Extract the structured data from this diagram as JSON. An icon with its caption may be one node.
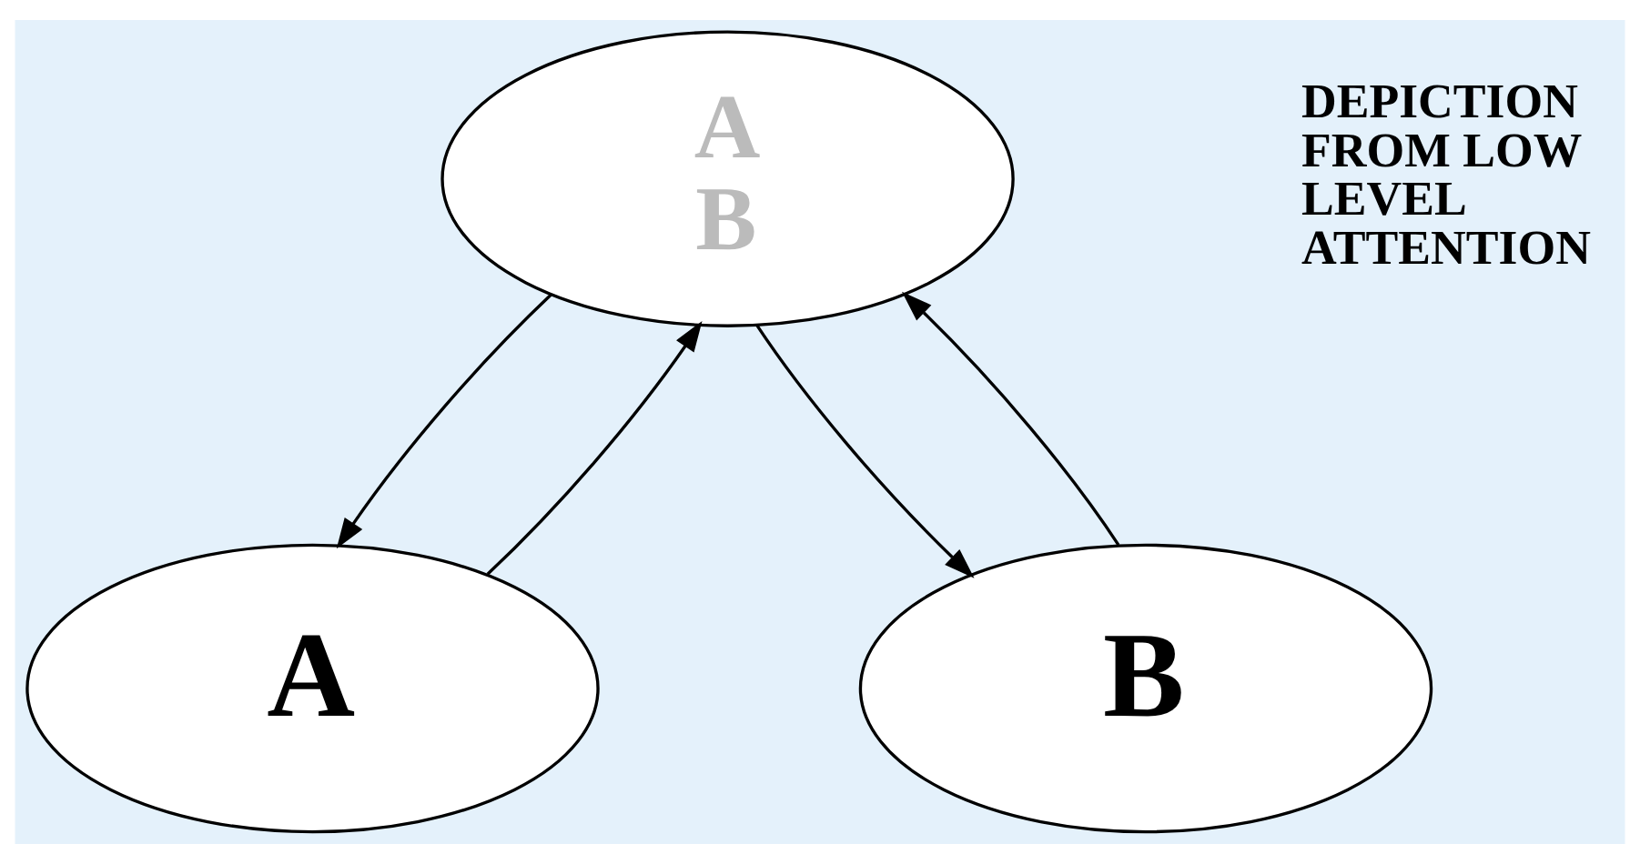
{
  "diagram": {
    "nodes": [
      {
        "text": [
          "A",
          "B"
        ]
      },
      {
        "text": [
          "A"
        ]
      },
      {
        "text": [
          "B"
        ]
      }
    ],
    "edges": [
      {
        "from": 0,
        "to": 1,
        "arrow": "to"
      },
      {
        "from": 1,
        "to": 0,
        "arrow": "to"
      },
      {
        "from": 0,
        "to": 2,
        "arrow": "to"
      },
      {
        "from": 2,
        "to": 0,
        "arrow": "to"
      }
    ],
    "labels": [
      "DEPICTION FROM LOW LEVEL ATTENTION"
    ]
  }
}
